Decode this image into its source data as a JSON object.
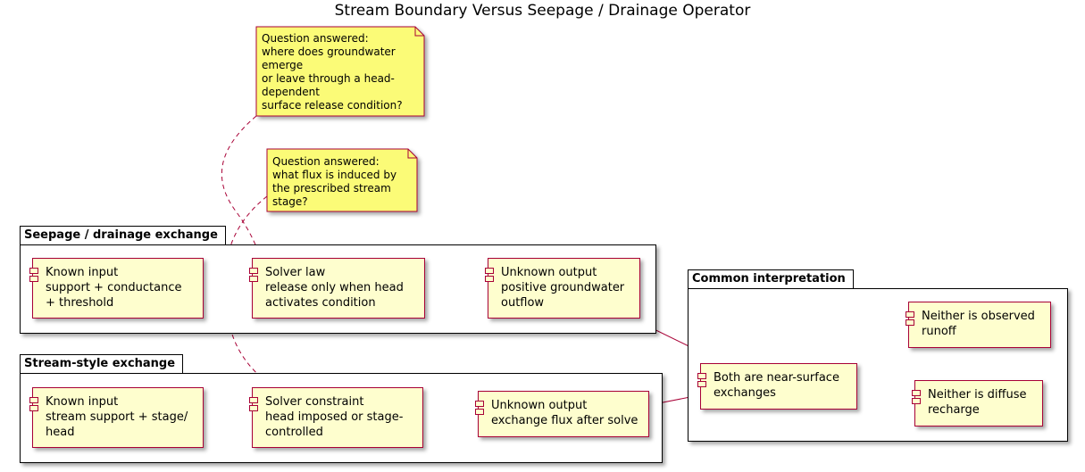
{
  "title": "Stream Boundary Versus Seepage / Drainage Operator",
  "packages": {
    "seepage": "Seepage / drainage exchange",
    "stream": "Stream-style exchange",
    "common": "Common interpretation"
  },
  "components": {
    "seep_input": [
      "Known input",
      "support + conductance",
      "+ threshold"
    ],
    "seep_law": [
      "Solver law",
      "release only when head",
      "activates condition"
    ],
    "seep_output": [
      "Unknown output",
      "positive groundwater",
      "outflow"
    ],
    "stream_input": [
      "Known input",
      "stream support + stage/",
      "head"
    ],
    "stream_constraint": [
      "Solver constraint",
      "head imposed or stage-",
      "controlled"
    ],
    "stream_output": [
      "Unknown output",
      "exchange flux after solve"
    ],
    "both_near_surface": [
      "Both are near-surface",
      "exchanges"
    ],
    "neither_runoff": [
      "Neither is observed",
      "runoff"
    ],
    "neither_recharge": [
      "Neither is diffuse",
      "recharge"
    ]
  },
  "notes": {
    "seepage_question": [
      "Question answered:",
      "where does groundwater",
      "emerge",
      "or leave through a head-",
      "dependent",
      "surface release condition?"
    ],
    "stream_question": [
      "Question answered:",
      "what flux is induced by",
      "the prescribed stream",
      "stage?"
    ]
  },
  "colors": {
    "component_fill": "#fefece",
    "component_border": "#a80036",
    "note_fill": "#fbfb77",
    "edge": "#a80036"
  }
}
